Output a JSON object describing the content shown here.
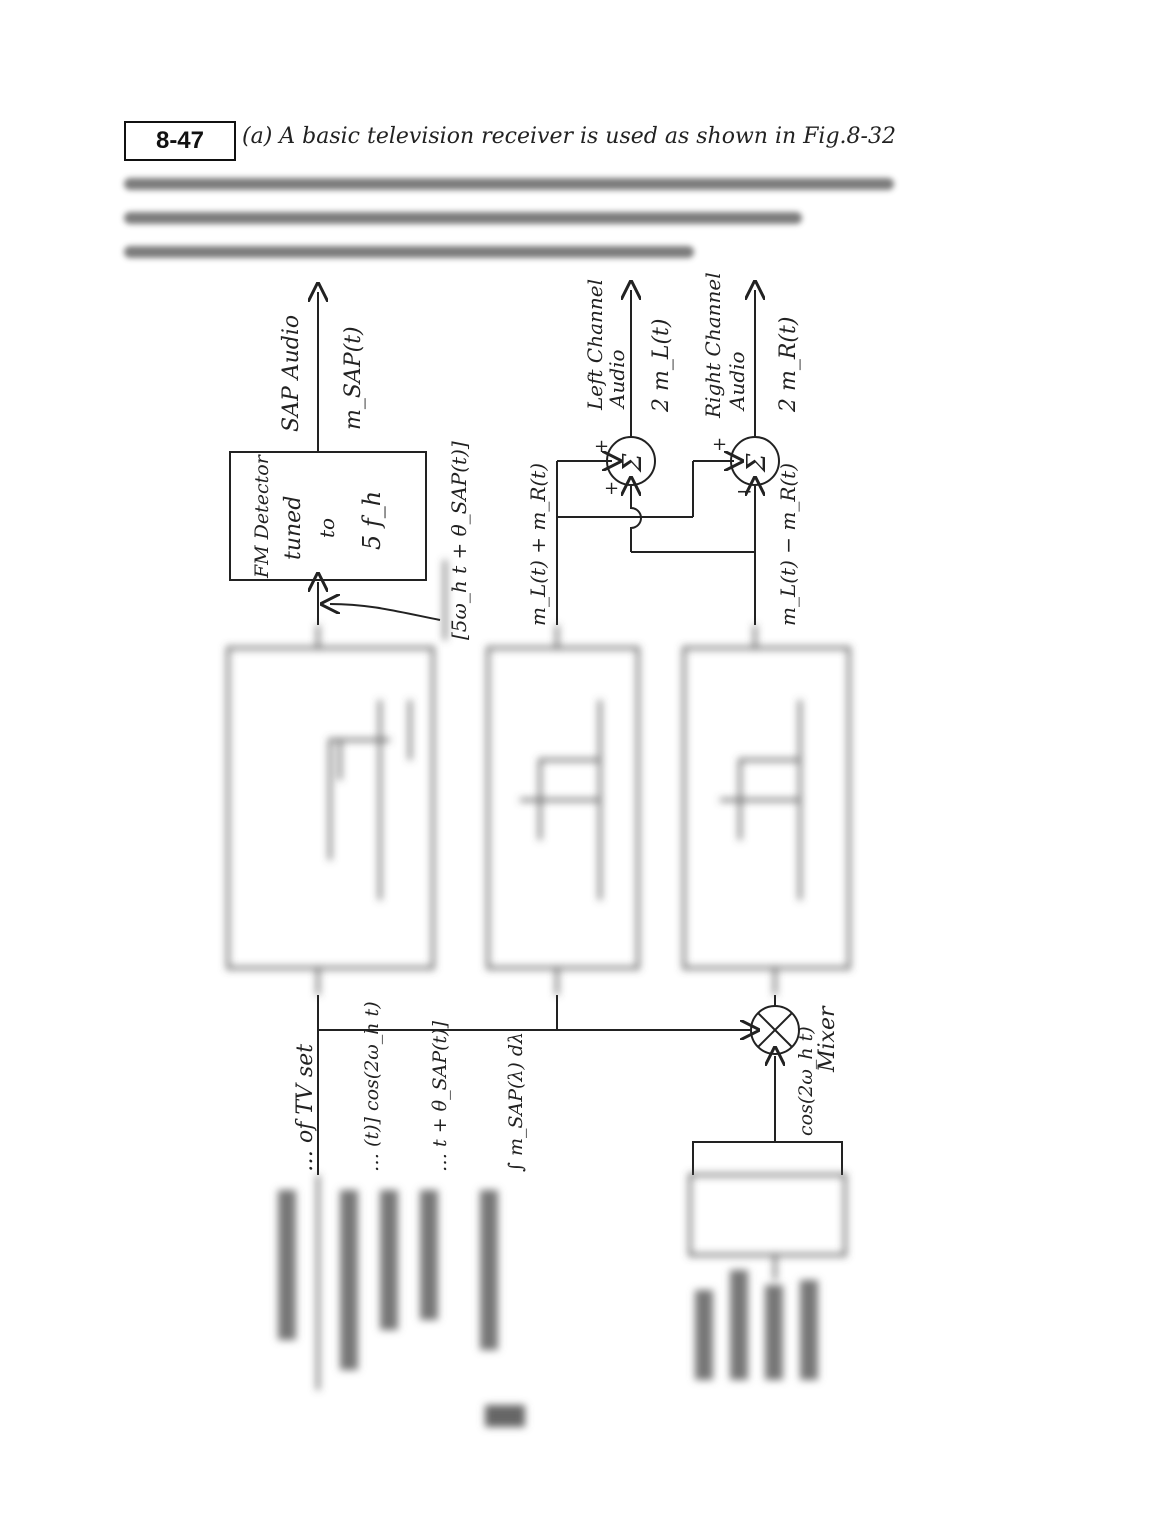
{
  "header": {
    "problem_number": "8-47",
    "intro_text": "(a) A basic television receiver is used as shown in Fig.8-32"
  },
  "diagram": {
    "fm_detector_lines": [
      "FM Detector",
      "tuned",
      "to",
      "5 f_h"
    ],
    "sap_audio_label": "SAP Audio",
    "sap_output": "m_SAP(t)",
    "sap_input_expr": "[5ω_h t + θ_SAP(t)]",
    "left_channel_label": [
      "Left Channel",
      "Audio"
    ],
    "left_output": "2 m_L(t)",
    "right_channel_label": [
      "Right Channel",
      "Audio"
    ],
    "right_output": "2 m_R(t)",
    "sum_signal": "m_L(t) + m_R(t)",
    "diff_signal": "m_L(t) − m_R(t)",
    "summer_symbol": "Σ",
    "plus": "+",
    "minus": "−",
    "source_label": "… of TV set",
    "input_expr_1": "… (t)] cos(2ω_h t)",
    "input_expr_2": "… t + θ_SAP(t)]",
    "input_expr_3": "∫ m_SAP(λ) dλ",
    "mixer_label": "Mixer",
    "mixer_input": "cos(2ω_h t)"
  }
}
